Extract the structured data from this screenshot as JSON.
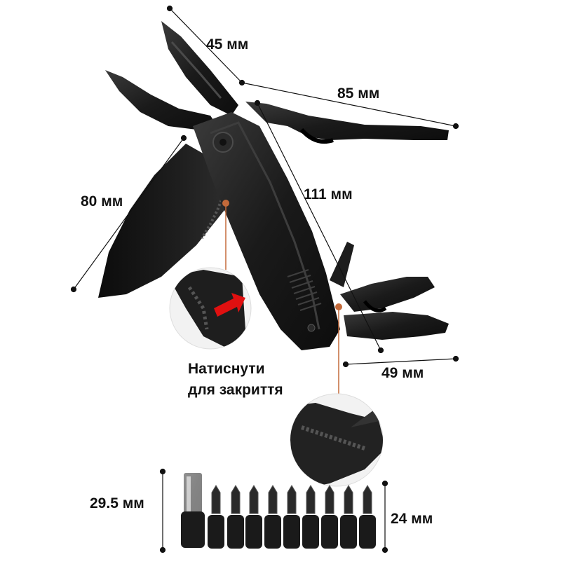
{
  "dimensions": {
    "pliers_tip": "45 мм",
    "opener_arm": "85 мм",
    "blade": "80 мм",
    "handle": "111 мм",
    "bottom_tools": "49 мм",
    "bit_holder": "29.5 мм",
    "bits": "24 мм"
  },
  "caption": {
    "line1": "Натиснути",
    "line2": "для закриття"
  },
  "colors": {
    "tool_body": "#1c1c1c",
    "tool_highlight": "#3a3a3a",
    "measure_line": "#111111",
    "accent_arrow": "#e01010",
    "callout_line": "#c46a3a",
    "background": "#ffffff"
  }
}
